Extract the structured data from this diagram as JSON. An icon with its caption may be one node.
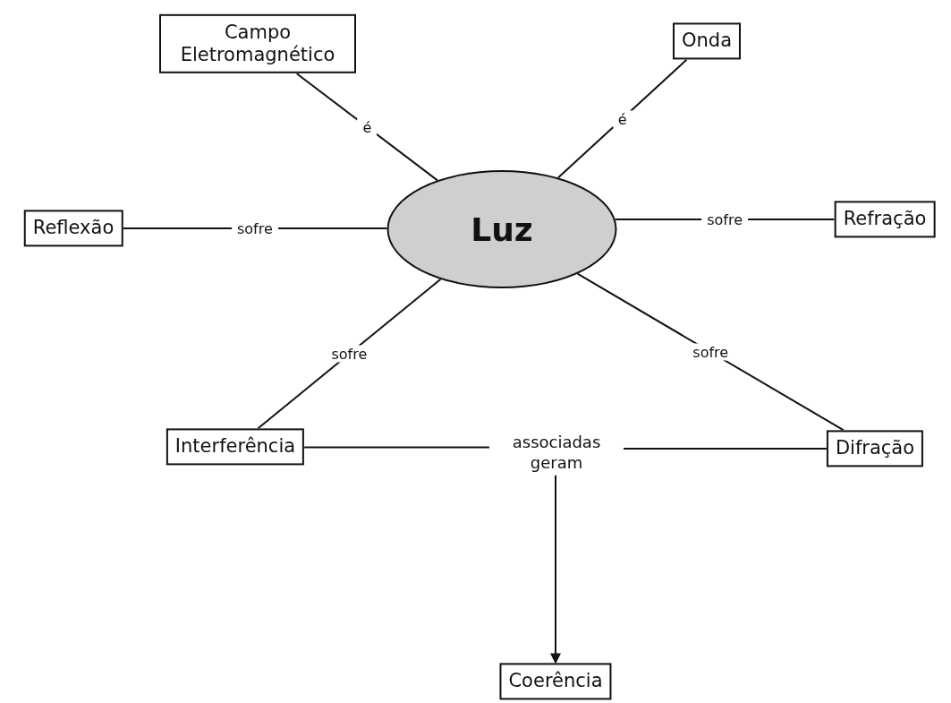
{
  "diagram": {
    "nodes": [
      {
        "text": [
          "Campo Eletromagnético"
        ]
      },
      {
        "text": [
          "Onda"
        ]
      },
      {
        "text": [
          "Luz"
        ]
      },
      {
        "text": [
          "Reflexão"
        ]
      },
      {
        "text": [
          "Refração"
        ]
      },
      {
        "text": [
          "Interferência"
        ]
      },
      {
        "text": [
          "Difração"
        ]
      },
      {
        "text": [
          "associadas geram"
        ]
      },
      {
        "text": [
          "Coerência"
        ]
      }
    ],
    "edges": [
      {
        "from": 2,
        "to": 0,
        "arrow": "none",
        "label": "é"
      },
      {
        "from": 2,
        "to": 1,
        "arrow": "none",
        "label": "é"
      },
      {
        "from": 2,
        "to": 3,
        "arrow": "none",
        "label": "sofre"
      },
      {
        "from": 2,
        "to": 4,
        "arrow": "none",
        "label": "sofre"
      },
      {
        "from": 2,
        "to": 5,
        "arrow": "none",
        "label": "sofre"
      },
      {
        "from": 2,
        "to": 6,
        "arrow": "none",
        "label": "sofre"
      },
      {
        "from": 5,
        "to": 7,
        "arrow": "none"
      },
      {
        "from": 6,
        "to": 7,
        "arrow": "none"
      },
      {
        "from": 7,
        "to": 8,
        "arrow": "to"
      }
    ]
  }
}
